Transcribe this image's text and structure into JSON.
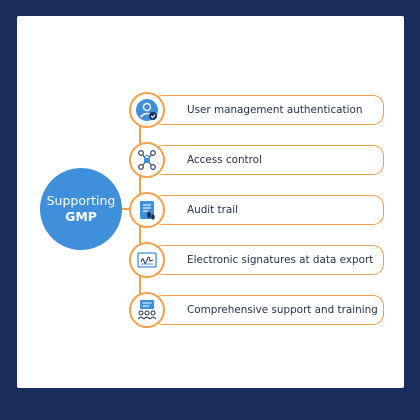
{
  "hub": {
    "line1": "Supporting",
    "line2": "GMP"
  },
  "items": [
    {
      "label": "User management authentication",
      "icon": "user-check-icon"
    },
    {
      "label": "Access control",
      "icon": "access-network-icon"
    },
    {
      "label": "Audit trail",
      "icon": "audit-document-icon"
    },
    {
      "label": "Electronic signatures at data export",
      "icon": "signature-icon"
    },
    {
      "label": "Comprehensive support and training",
      "icon": "training-group-icon"
    }
  ],
  "colors": {
    "frame": "#1a2e5e",
    "hub": "#3f8fda",
    "accent": "#f2a04a",
    "icon_blue": "#3f8fda",
    "text": "#1f2f4f"
  }
}
